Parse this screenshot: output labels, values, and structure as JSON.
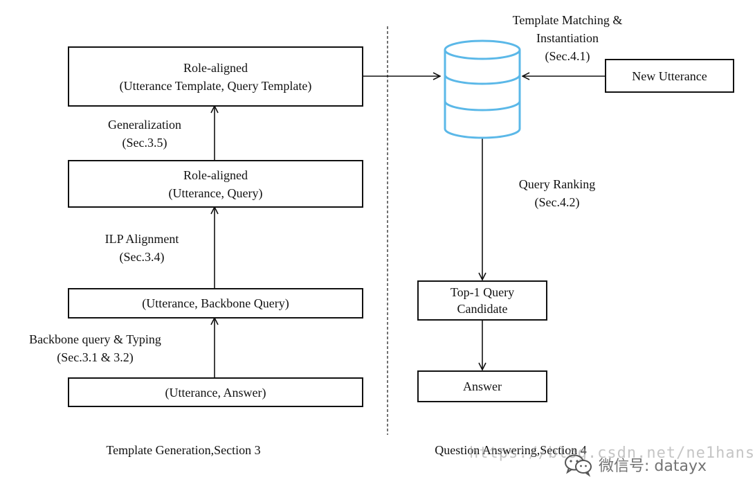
{
  "left_panel": {
    "box_templates": {
      "line1": "Role-aligned",
      "line2": "(Utterance Template, Query Template)"
    },
    "step_generalization": {
      "line1": "Generalization",
      "line2": "(Sec.3.5)"
    },
    "box_role_aligned_pair": {
      "line1": "Role-aligned",
      "line2": "(Utterance, Query)"
    },
    "step_ilp": {
      "line1": "ILP Alignment",
      "line2": "(Sec.3.4)"
    },
    "box_backbone_pair": {
      "line1": "(Utterance, Backbone Query)"
    },
    "step_backbone": {
      "line1": "Backbone query & Typing",
      "line2": "(Sec.3.1 & 3.2)"
    },
    "box_answer_pair": {
      "line1": "(Utterance, Answer)"
    },
    "caption": "Template Generation,Section 3"
  },
  "right_panel": {
    "step_matching": {
      "line1": "Template Matching &",
      "line2": "Instantiation",
      "line3": "(Sec.4.1)"
    },
    "box_new_utterance": {
      "line1": "New Utterance"
    },
    "step_ranking": {
      "line1": "Query Ranking",
      "line2": "(Sec.4.2)"
    },
    "box_top1": {
      "line1": "Top-1 Query",
      "line2": "Candidate"
    },
    "box_answer": {
      "line1": "Answer"
    },
    "caption": "Question Answering,Section 4"
  },
  "watermark": {
    "url": "https://blog.csdn.net/ne1hans",
    "wechat": "微信号: datayx"
  },
  "colors": {
    "database": "#5bb8e8",
    "ink": "#111111"
  }
}
